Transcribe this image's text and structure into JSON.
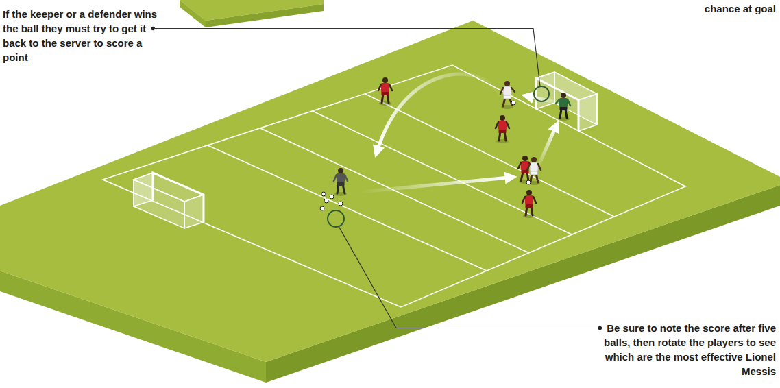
{
  "diagram": {
    "labels": [
      "If the keeper or a defender wins the ball they must try to get it back to the server to score a point",
      "chance at goal",
      "Be sure to note the score after five balls, then rotate the players to see which are the most effective Lionel Messis"
    ]
  }
}
